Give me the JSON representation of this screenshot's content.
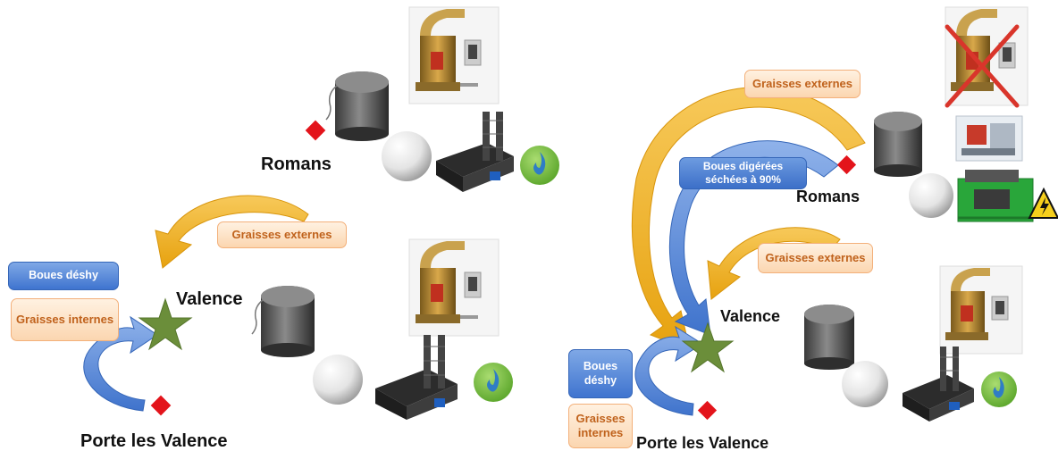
{
  "left": {
    "romans_label": "Romans",
    "valence_label": "Valence",
    "porte_label": "Porte les Valence",
    "graisses_externes": "Graisses externes",
    "boues_deshy": "Boues déshy",
    "graisses_internes": "Graisses internes"
  },
  "right": {
    "romans_label": "Romans",
    "valence_label": "Valence",
    "porte_label": "Porte les Valence",
    "graisses_externes_top": "Graisses externes",
    "graisses_externes_mid": "Graisses externes",
    "boues_digerees": "Boues digérées séchées à 90%",
    "boues_deshy": "Boues déshy",
    "graisses_internes": "Graisses internes"
  },
  "colors": {
    "orange_arrow": "#f0b21a",
    "blue_arrow": "#5b8fd9",
    "star": "#6b8e3a",
    "site_marker": "#e3141b",
    "gas_badge": "#7cc242",
    "cross": "#d9352b",
    "warning": "#f6cf1c"
  },
  "icons": [
    "digester-tank-icon",
    "gas-holder-sphere-icon",
    "incinerator-tower-icon",
    "dryer-unit-icon",
    "cogeneration-engine-icon",
    "biogas-flame-badge-icon",
    "electricity-warning-icon",
    "site-diamond-icon",
    "hub-star-icon"
  ]
}
